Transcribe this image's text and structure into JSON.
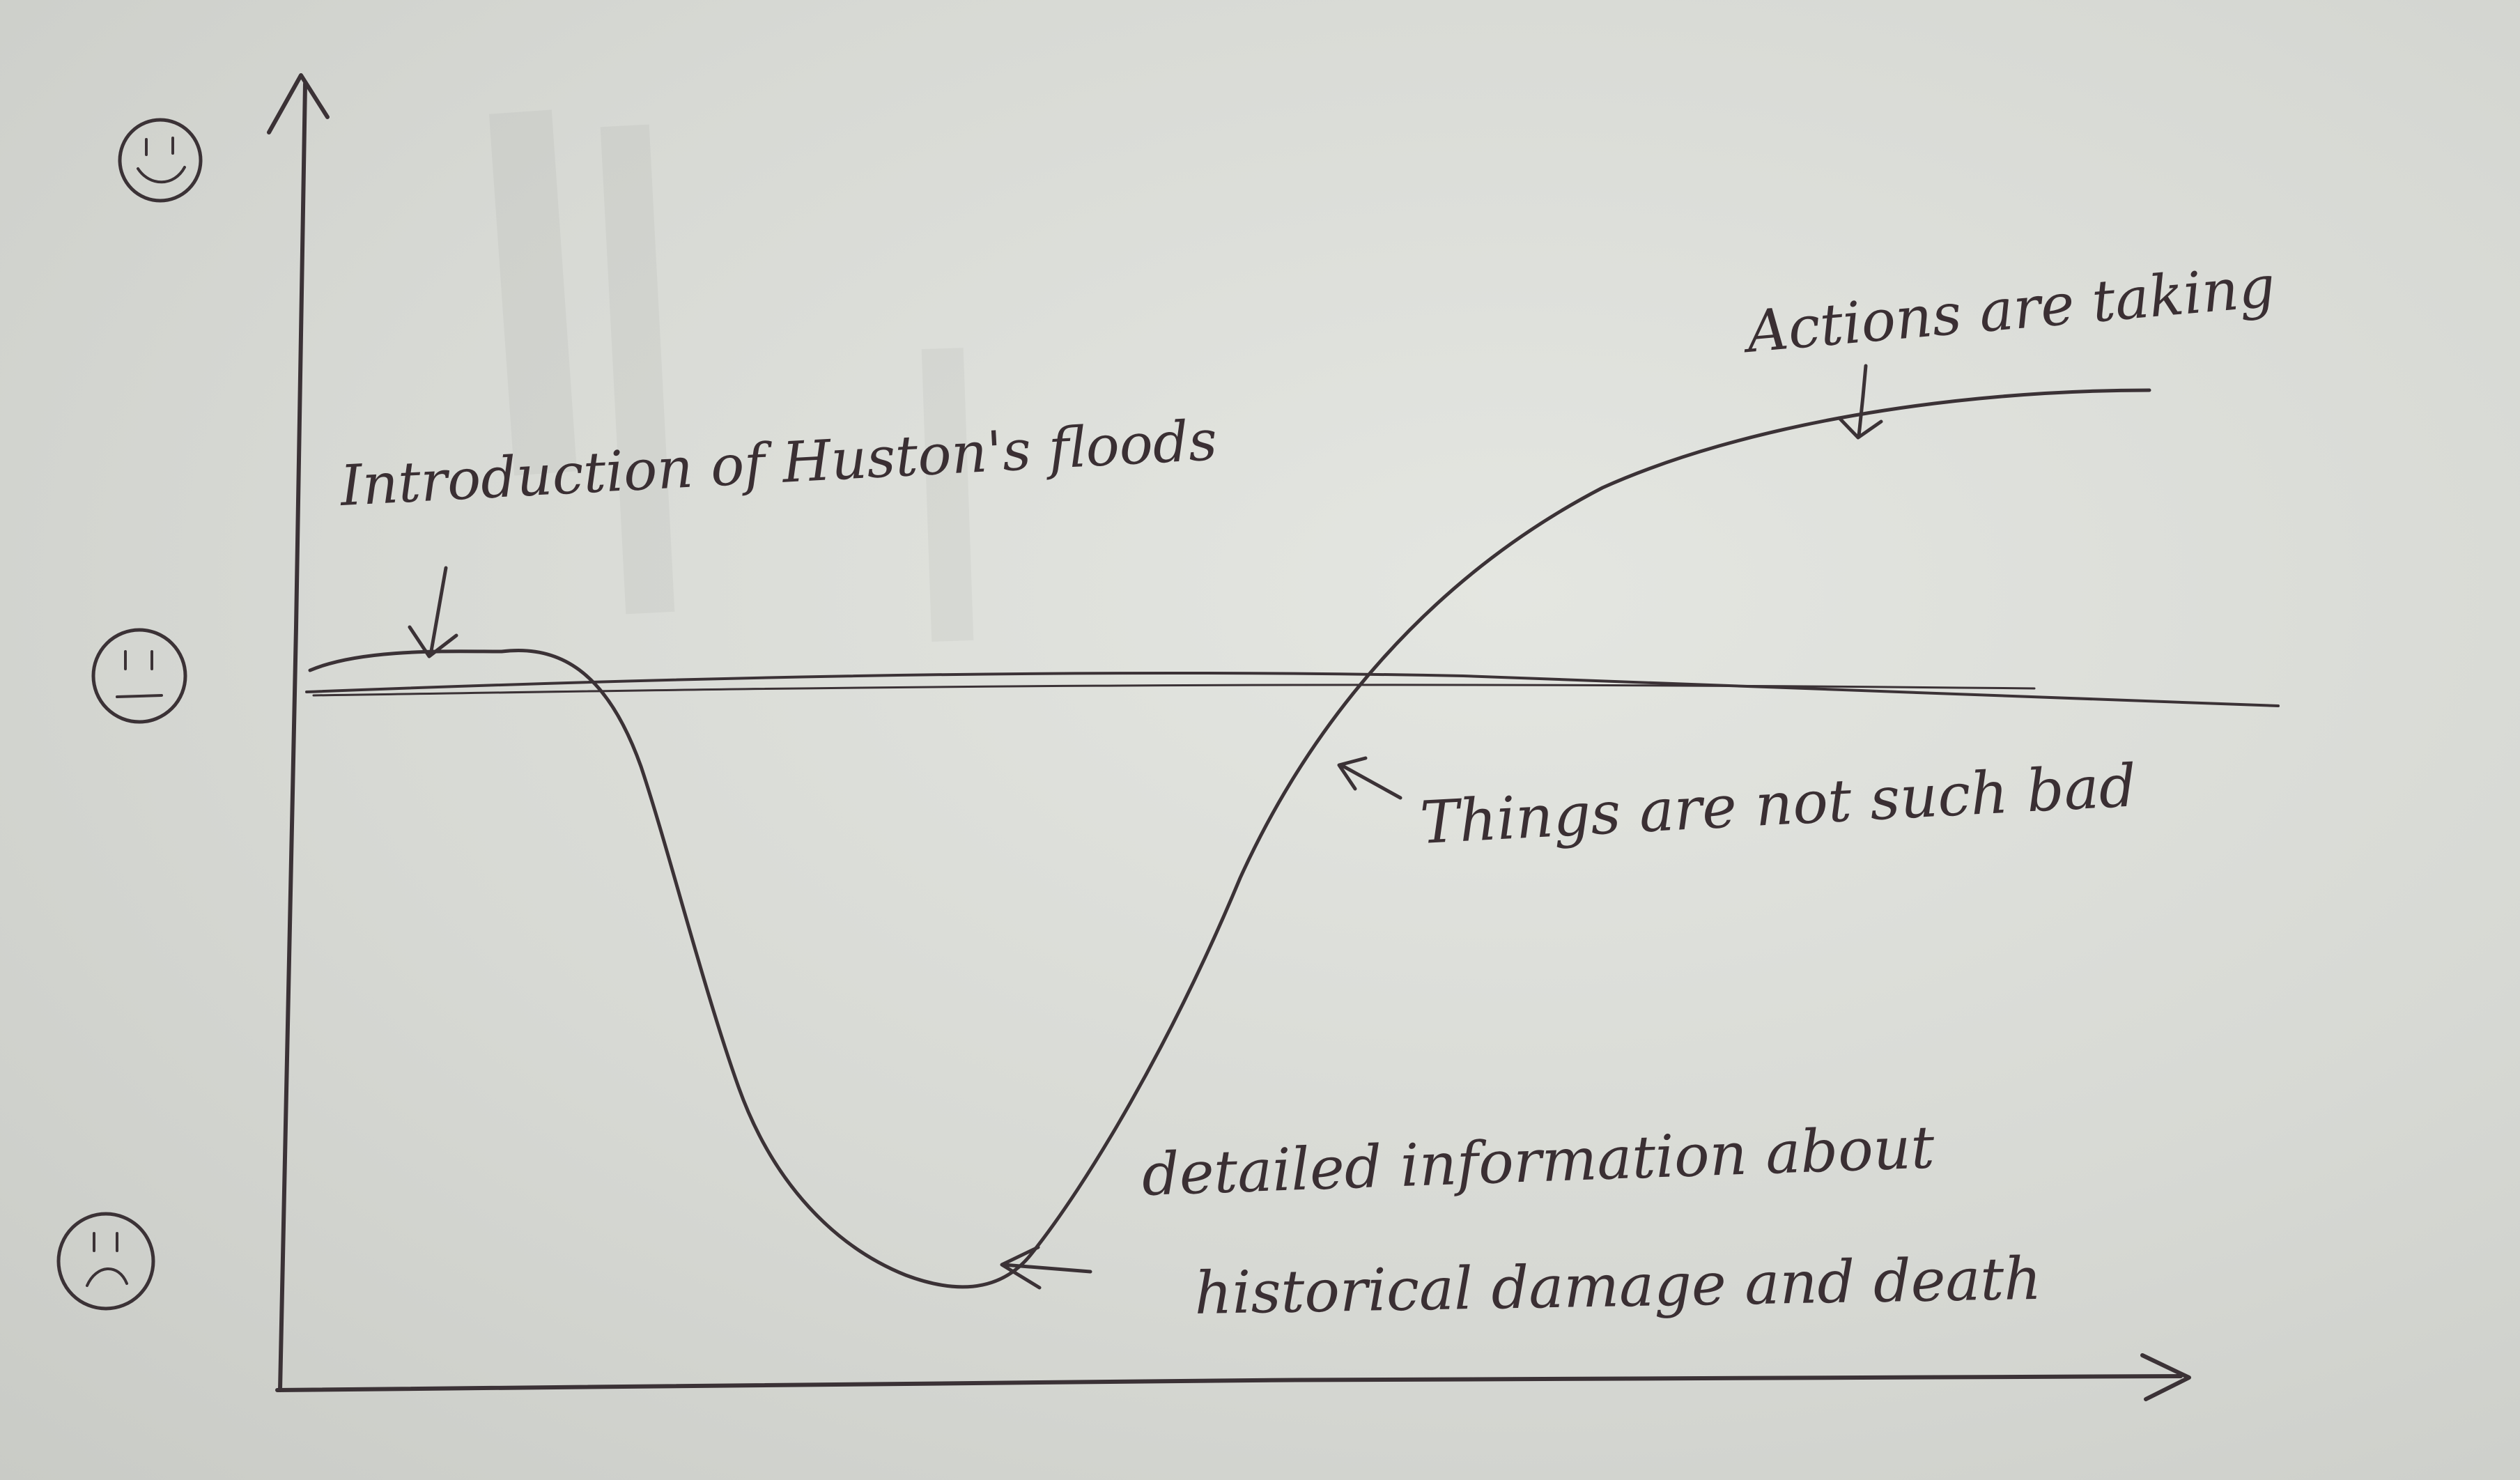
{
  "annotations": {
    "intro": "Introduction of Huston's floods",
    "actions": "Actions are taking",
    "not_bad": "Things are not such bad",
    "detail_line1": "detailed information about",
    "detail_line2": "historical damage and death"
  },
  "colors": {
    "paper": "#dfe1dc",
    "ink": "#3b3236",
    "baseline": "#4a4448"
  },
  "icons": {
    "top": "happy-face-icon",
    "middle": "neutral-face-icon",
    "bottom": "sad-face-icon"
  }
}
